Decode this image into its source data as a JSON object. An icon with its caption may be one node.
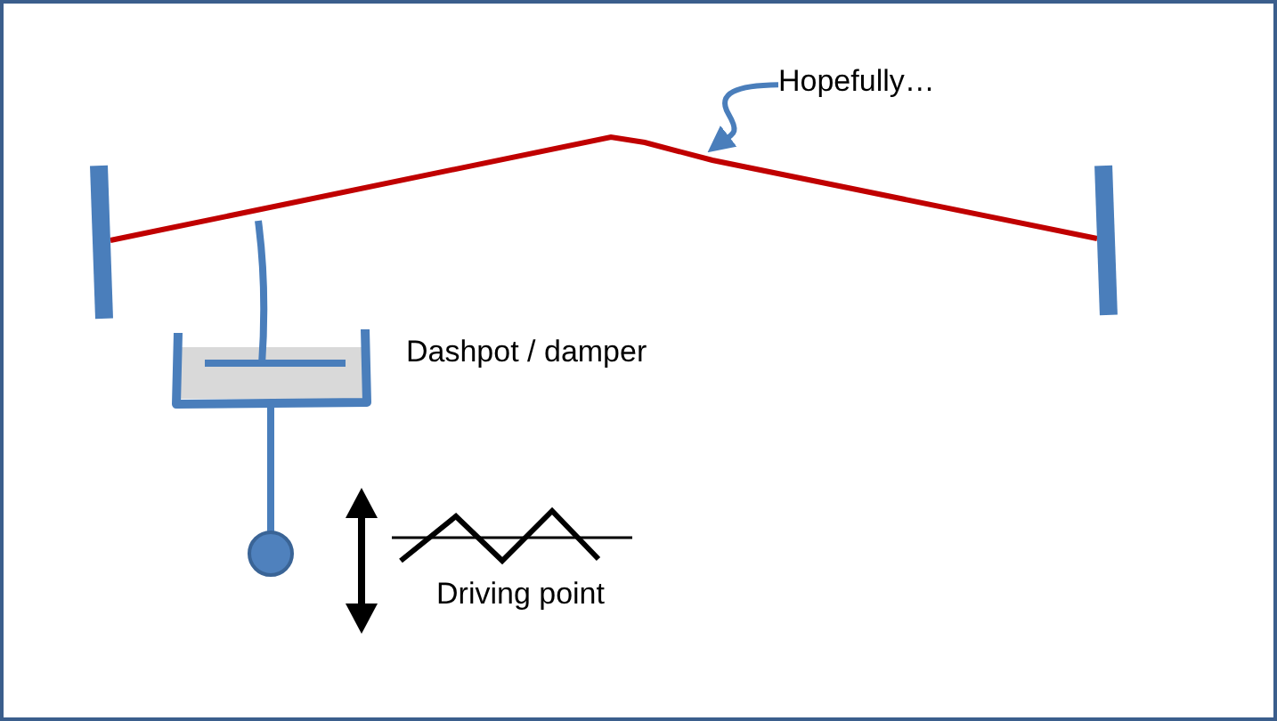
{
  "diagram": {
    "nodes": [
      {
        "text": [
          "Hopefully…"
        ]
      },
      {
        "text": [],
        "shape": "bar"
      },
      {
        "text": [],
        "shape": "bar"
      }
    ],
    "edges": [
      {
        "from": 0,
        "to": null,
        "arrow": "to"
      },
      {
        "from": 1,
        "to": 2,
        "arrow": "none",
        "color": "#c00000"
      }
    ],
    "labels": [
      "Dashpot / damper",
      "Driving point"
    ]
  }
}
